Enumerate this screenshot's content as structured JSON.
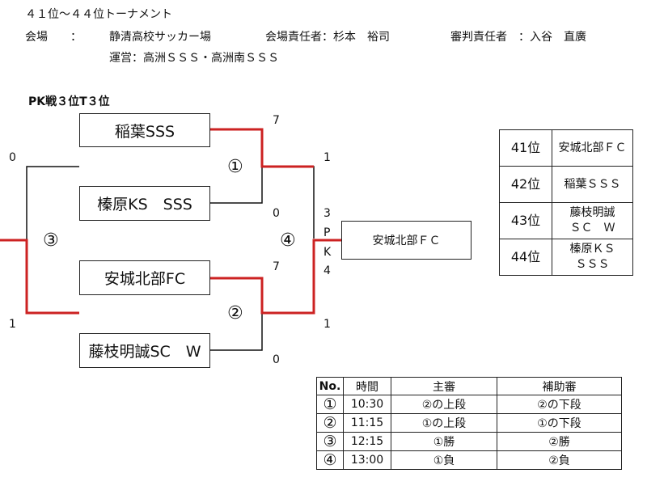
{
  "header": {
    "title": "４１位〜４４位トーナメント",
    "venue_label": "会場　　：",
    "venue": "静清高校サッカー場",
    "venue_manager": "会場責任者：杉本　裕司",
    "referee_manager": "審判責任者　：入谷　直廣",
    "operation": "運営：高洲ＳＳＳ・高洲南ＳＳＳ"
  },
  "bracket": {
    "note": "PK戦３位T３位",
    "teams": [
      "稲葉SSS",
      "榛原KS　SSS",
      "安城北部FC",
      "藤枝明誠SC　W"
    ],
    "match_labels": [
      "①",
      "②",
      "③",
      "④"
    ],
    "scores": {
      "m1_top": "7",
      "m1_bottom": "0",
      "m2_top": "7",
      "m2_bottom": "0",
      "m3_top": "0",
      "m3_bottom": "1",
      "m4_top": "1",
      "m4_bottom": "1",
      "pk_chars": [
        "3",
        "P",
        "K",
        "4"
      ]
    },
    "winner": "安城北部ＦＣ"
  },
  "ranking": [
    {
      "pos": "41位",
      "team": "安城北部ＦＣ"
    },
    {
      "pos": "42位",
      "team": "稲葉ＳＳＳ"
    },
    {
      "pos": "43位",
      "team": "藤枝明誠\nＳＣ　Ｗ"
    },
    {
      "pos": "44位",
      "team": "榛原ＫＳ\nＳＳＳ"
    }
  ],
  "schedule": {
    "headers": [
      "No.",
      "時間",
      "主審",
      "補助審"
    ],
    "rows": [
      {
        "no": "①",
        "time": "10:30",
        "main": "②の上段",
        "assist": "②の下段"
      },
      {
        "no": "②",
        "time": "11:15",
        "main": "①の上段",
        "assist": "①の下段"
      },
      {
        "no": "③",
        "time": "12:15",
        "main": "①勝",
        "assist": "②勝"
      },
      {
        "no": "④",
        "time": "13:00",
        "main": "①負",
        "assist": "②負"
      }
    ]
  },
  "colors": {
    "win_line": "#cc2222",
    "line": "#111111"
  }
}
